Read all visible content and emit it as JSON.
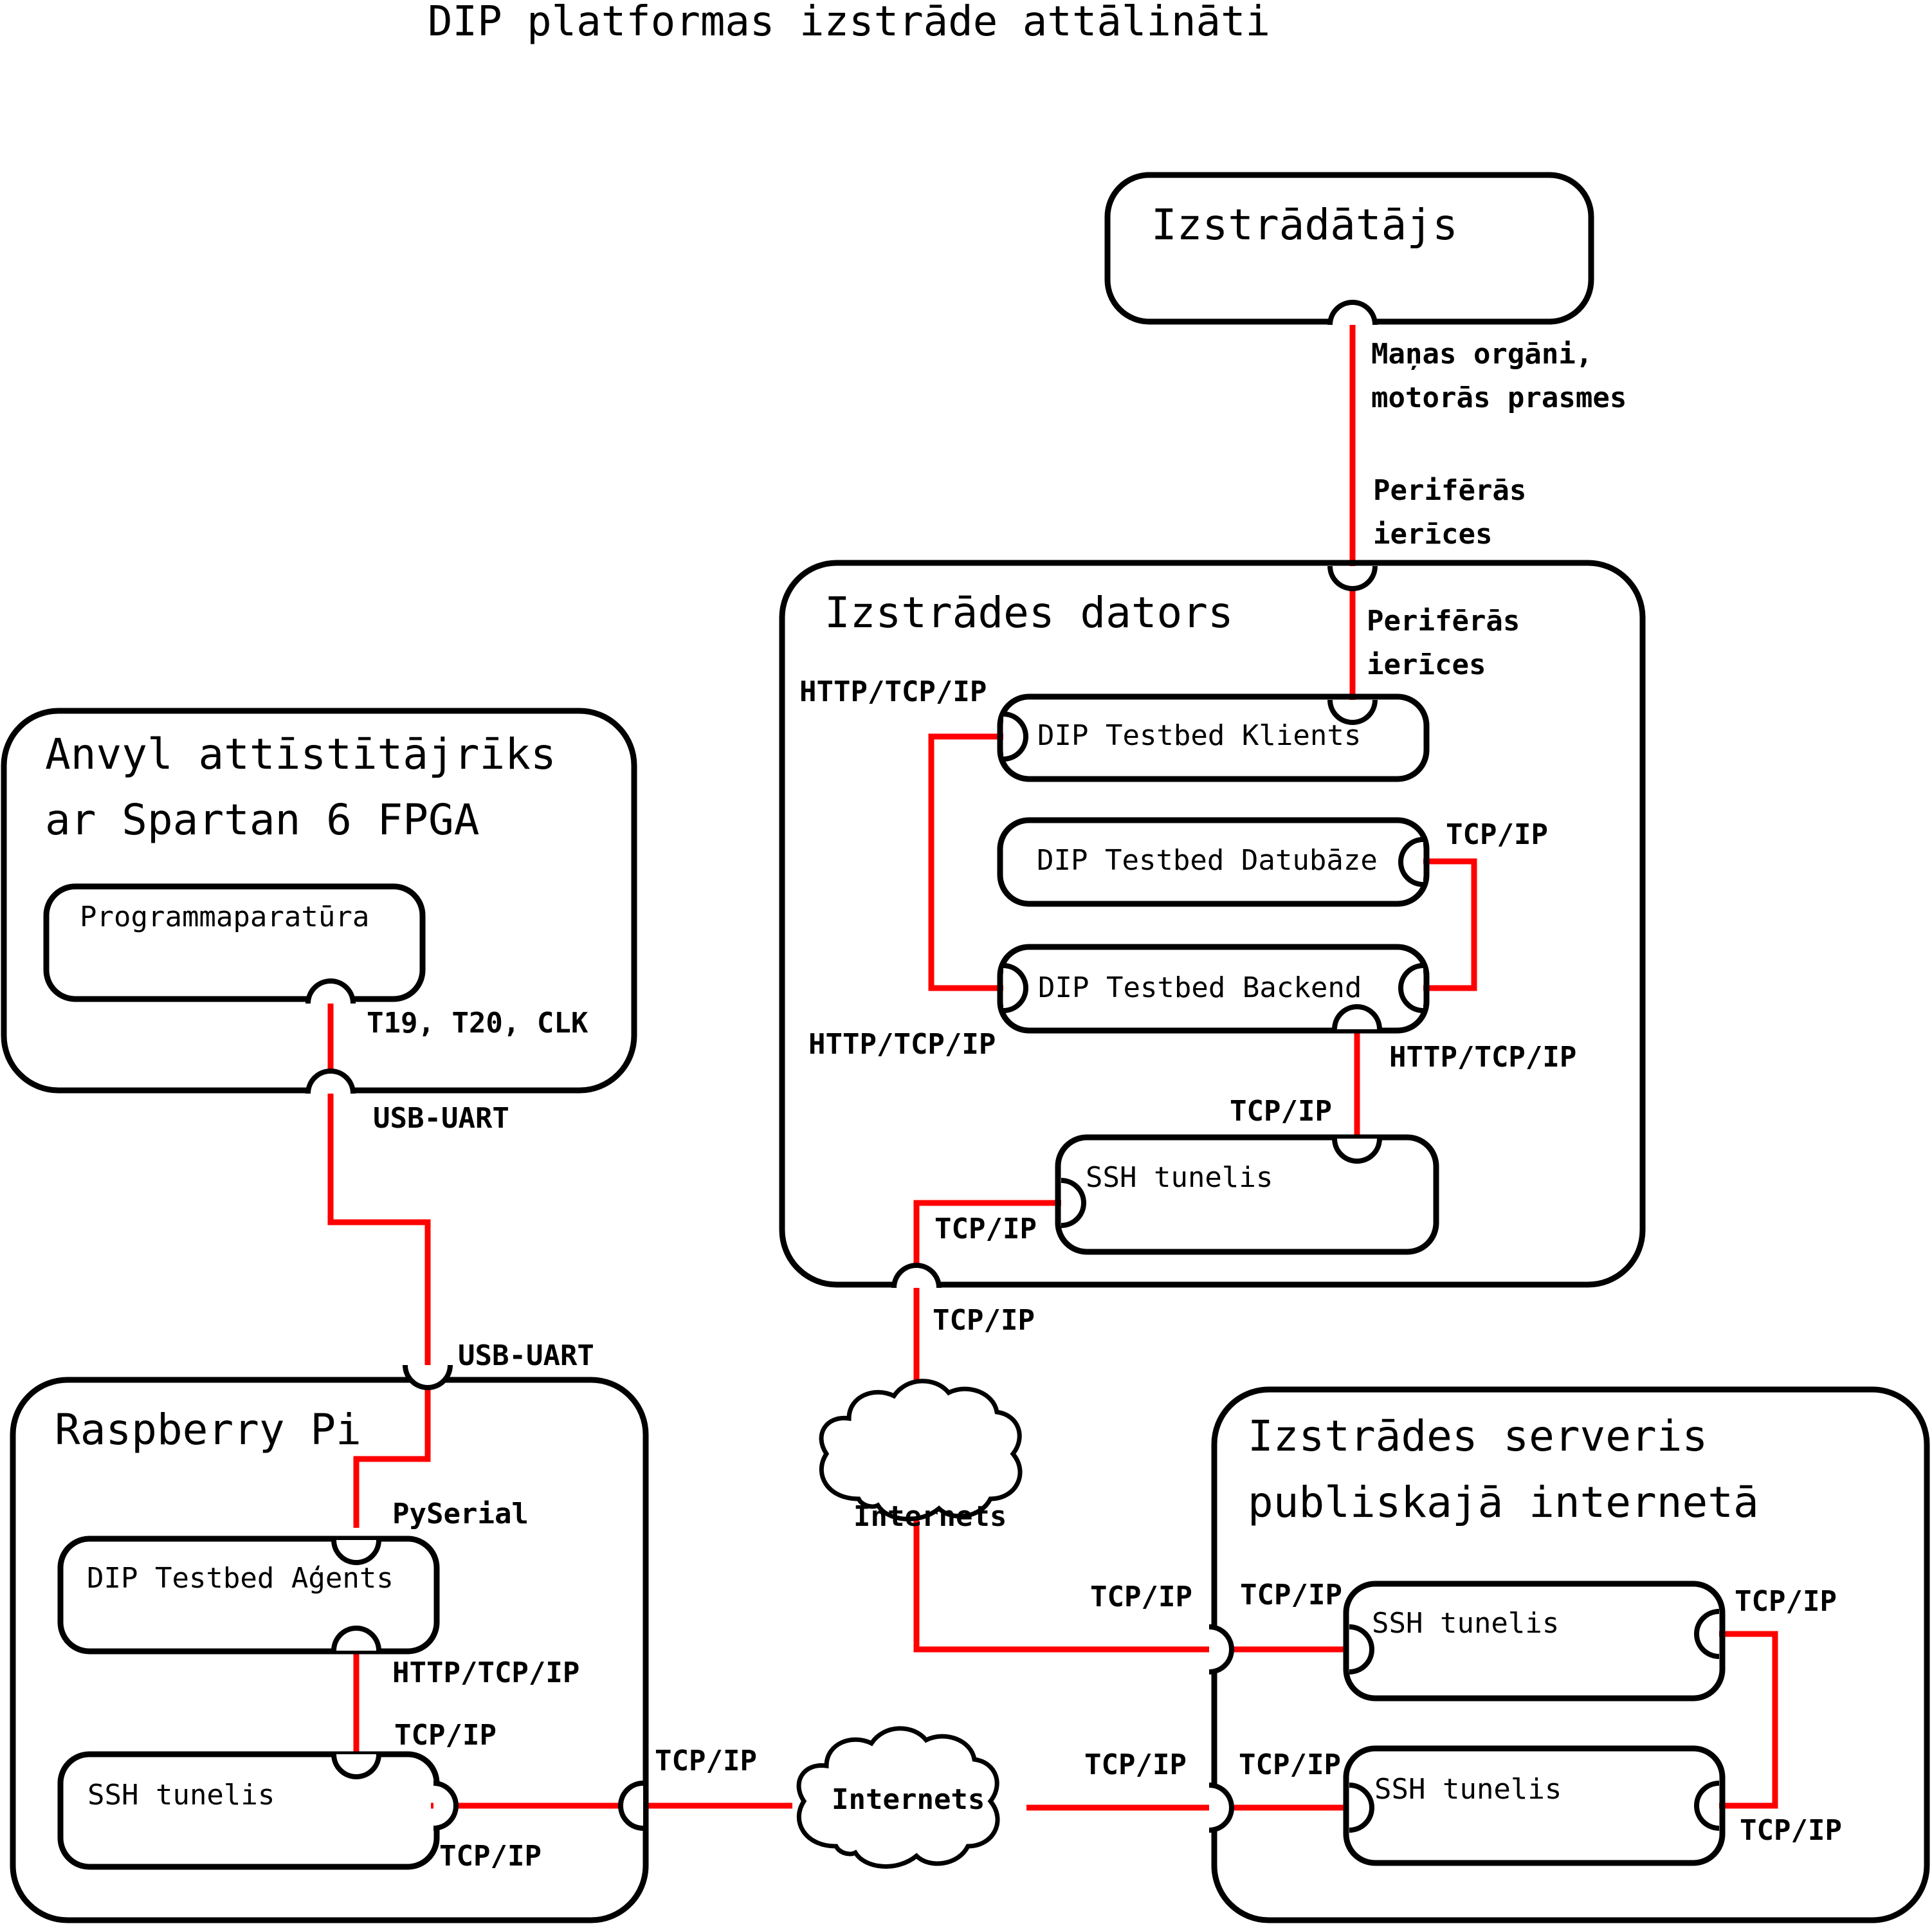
{
  "title": "DIP platformas izstrāde attālināti",
  "nodes": {
    "izstradatajs": "Izstrādātājs",
    "izstrades_dators": "Izstrādes dators",
    "klients": "DIP Testbed Klients",
    "datubaze": "DIP Testbed Datubāze",
    "backend": "DIP Testbed Backend",
    "ssh_dators": "SSH tunelis",
    "anvyl_line1": "Anvyl attīstītājrīks",
    "anvyl_line2": "ar Spartan 6 FPGA",
    "programmaparatura": "Programmaparatūra",
    "raspberry": "Raspberry Pi",
    "agents": "DIP Testbed Aģents",
    "ssh_rpi": "SSH tunelis",
    "serveris_line1": "Izstrādes serveris",
    "serveris_line2": "publiskajā internetā",
    "ssh_server_1": "SSH tunelis",
    "ssh_server_2": "SSH tunelis",
    "cloud_upper": "Internets",
    "cloud_lower": "Internets"
  },
  "labels": {
    "manas_1": "Maņas orgāni,",
    "manas_2": "motorās prasmes",
    "periferas_out_1": "Perifērās",
    "periferas_out_2": "ierīces",
    "periferas_in_1": "Perifērās",
    "periferas_in_2": "ierīces",
    "http_klients": "HTTP/TCP/IP",
    "tcp_datubaze": "TCP/IP",
    "http_backend_left": "HTTP/TCP/IP",
    "http_backend_bottom": "HTTP/TCP/IP",
    "tcp_ssh_dators_top": "TCP/IP",
    "tcp_ssh_dators_left": "TCP/IP",
    "tcp_dators_edge": "TCP/IP",
    "t19": "T19, T20, CLK",
    "usb_anvyl": "USB-UART",
    "usb_rpi": "USB-UART",
    "pyserial": "PySerial",
    "http_agents": "HTTP/TCP/IP",
    "tcp_ssh_rpi_top": "TCP/IP",
    "tcp_ssh_rpi_right": "TCP/IP",
    "tcp_rpi_edge": "TCP/IP",
    "tcp_server_upper_out": "TCP/IP",
    "tcp_server_upper_in": "TCP/IP",
    "tcp_ssh1_right": "TCP/IP",
    "tcp_server_lower_out": "TCP/IP",
    "tcp_server_lower_in": "TCP/IP",
    "tcp_ssh2_right": "TCP/IP"
  },
  "colors": {
    "connection": "#ff0000",
    "outline": "#000000"
  }
}
